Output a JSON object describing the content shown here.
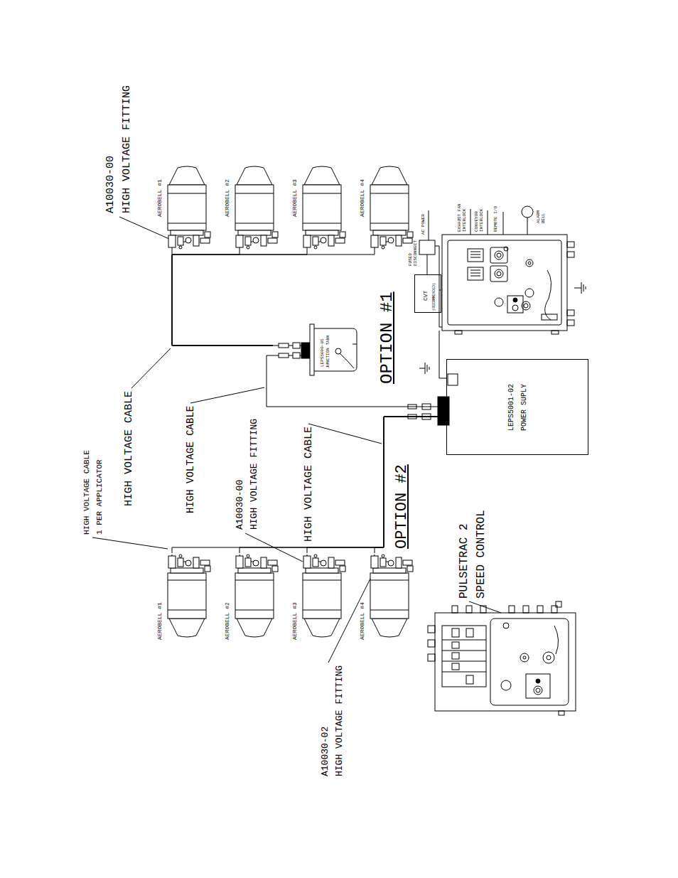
{
  "diagram": {
    "nodes": [
      {
        "text": [
          "LEPS5001-02",
          "POWER SUPLY"
        ]
      },
      {
        "text": [
          "LEPS5000-05",
          "JUNCTION TANK"
        ]
      },
      {
        "text": [
          "AEROBELL #1"
        ]
      },
      {
        "text": [
          "AEROBELL #2"
        ]
      },
      {
        "text": [
          "AEROBELL #3"
        ]
      },
      {
        "text": [
          "AEROBELL #4"
        ]
      },
      {
        "text": [
          "AEROBELL #1"
        ]
      },
      {
        "text": [
          "AEROBELL #2"
        ]
      },
      {
        "text": [
          "AEROBELL #3"
        ]
      },
      {
        "text": [
          "AEROBELL #4"
        ]
      },
      {
        "text": [
          "FUSED DISCONNECT"
        ]
      },
      {
        "text": [
          "CVT",
          "(RECOMMENDED)"
        ]
      }
    ],
    "edges": [
      {
        "from": 0,
        "to": 1,
        "arrow": "none"
      },
      {
        "from": 1,
        "to": 2,
        "arrow": "none"
      },
      {
        "from": 1,
        "to": 3,
        "arrow": "none"
      },
      {
        "from": 1,
        "to": 4,
        "arrow": "none"
      },
      {
        "from": 1,
        "to": 5,
        "arrow": "none"
      },
      {
        "from": 0,
        "to": 6,
        "arrow": "none"
      },
      {
        "from": 0,
        "to": 7,
        "arrow": "none"
      },
      {
        "from": 0,
        "to": 8,
        "arrow": "none"
      },
      {
        "from": 0,
        "to": 9,
        "arrow": "none"
      },
      {
        "from": 10,
        "to": 11,
        "arrow": "none"
      }
    ],
    "labels": [
      "A10030-00",
      "HIGH VOLTAGE FITTING",
      "HIGH VOLTAGE CABLE 1 PER APPLICATOR",
      "HIGH VOLTAGE CABLE",
      "HIGH VOLTAGE CABLE",
      "A10030-00",
      "HIGH VOLTAGE FITTING",
      "HIGH VOLTAGE CABLE",
      "OPTION #1",
      "OPTION #2",
      "A10030-02",
      "HIGH VOLTAGE FITTING",
      "PULSETRAC 2 SPEED CONTROL",
      "AC POWER",
      "EXHAUST FAN INTERLOCK",
      "CONVEYOR INTERLOCK",
      "REMOTE I/O",
      "ALARM BELL"
    ]
  }
}
